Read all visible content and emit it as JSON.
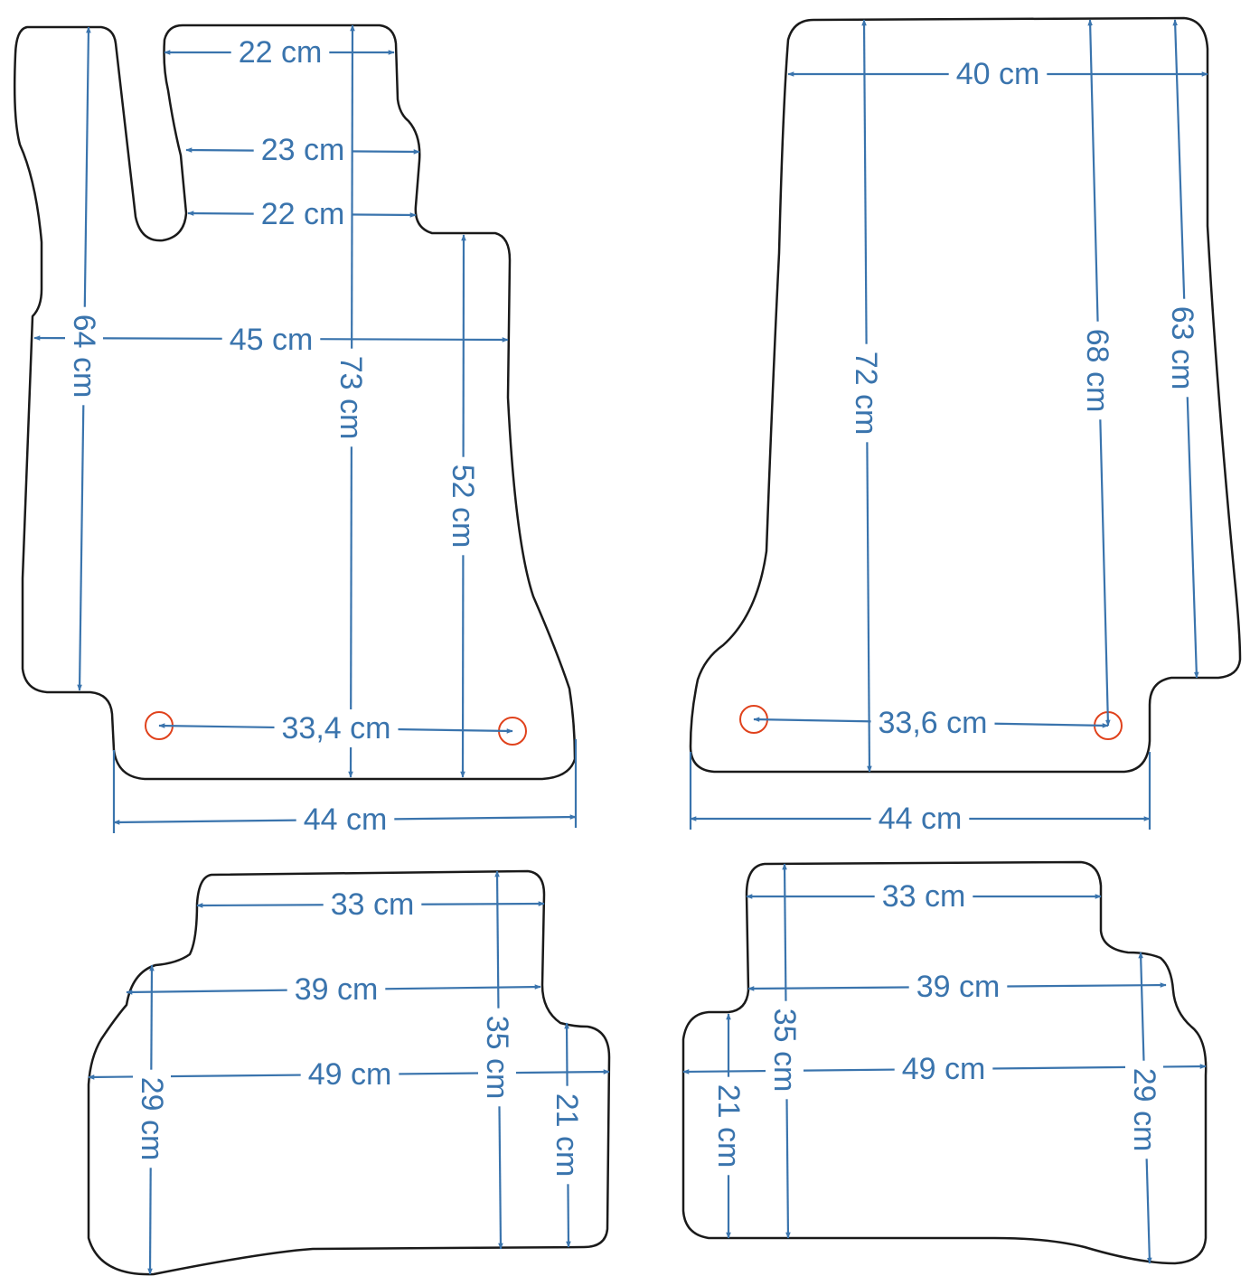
{
  "colors": {
    "dimension": "#3a74ad",
    "outline": "#1a1a1a",
    "clip_marker": "#e0421c",
    "background": "#ffffff"
  },
  "mats": {
    "front_left": {
      "labels": {
        "top_width_1": "22 cm",
        "top_width_2": "23 cm",
        "top_width_3": "22 cm",
        "width_mid": "45 cm",
        "width_bottom": "44 cm",
        "height_left": "64 cm",
        "height_center": "73 cm",
        "height_right": "52 cm",
        "clip_distance": "33,4 cm"
      }
    },
    "front_right": {
      "labels": {
        "width_top": "40 cm",
        "width_bottom": "44 cm",
        "height_left": "72 cm",
        "height_center": "68 cm",
        "height_right": "63 cm",
        "clip_distance": "33,6 cm"
      }
    },
    "rear_left": {
      "labels": {
        "width_top": "33 cm",
        "width_mid": "39 cm",
        "width_bottom": "49 cm",
        "height_left": "29 cm",
        "height_center": "35 cm",
        "height_right": "21 cm"
      }
    },
    "rear_right": {
      "labels": {
        "width_top": "33 cm",
        "width_mid": "39 cm",
        "width_bottom": "49 cm",
        "height_left": "21 cm",
        "height_center": "35 cm",
        "height_right": "29 cm"
      }
    }
  }
}
